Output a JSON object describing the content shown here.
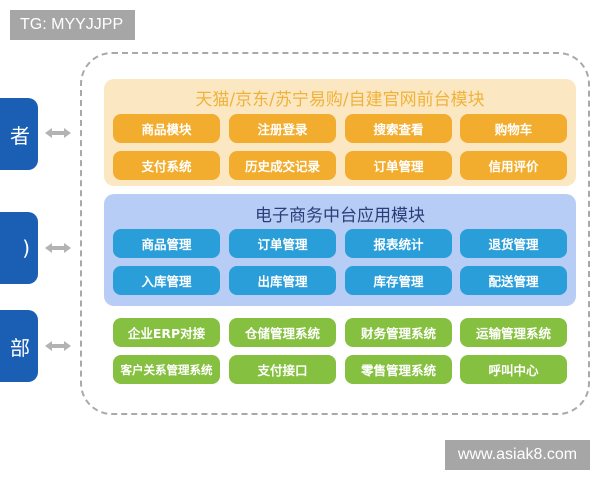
{
  "watermarks": {
    "top_left": "TG: MYYJJPP",
    "bottom_right": "www.asiak8.com"
  },
  "colors": {
    "frontend_panel_bg": "#fbe8c3",
    "frontend_button": "#f2ad2e",
    "frontend_title": "#f0b23a",
    "middle_panel_bg": "#b8cdf6",
    "middle_button": "#2a9ed9",
    "middle_title": "#2a3f78",
    "backend_button": "#86c040",
    "side_box": "#1a5fb4",
    "frame_border": "#a9a9a9",
    "arrow": "#b3b3b3"
  },
  "side_boxes": [
    {
      "label": "者"
    },
    {
      "label": ")"
    },
    {
      "label": "部"
    }
  ],
  "arrows": [
    {
      "icon": "double-arrow-icon"
    },
    {
      "icon": "double-arrow-icon"
    },
    {
      "icon": "double-arrow-icon"
    }
  ],
  "frontend": {
    "title": "天猫/京东/苏宁易购/自建官网前台模块",
    "buttons": [
      [
        "商品模块",
        "注册登录",
        "搜索查看",
        "购物车"
      ],
      [
        "支付系统",
        "历史成交记录",
        "订单管理",
        "信用评价"
      ]
    ]
  },
  "middle": {
    "title": "电子商务中台应用模块",
    "buttons": [
      [
        "商品管理",
        "订单管理",
        "报表统计",
        "退货管理"
      ],
      [
        "入库管理",
        "出库管理",
        "库存管理",
        "配送管理"
      ]
    ]
  },
  "backend": {
    "buttons": [
      [
        "企业ERP对接",
        "仓储管理系统",
        "财务管理系统",
        "运输管理系统"
      ],
      [
        "客户关系管理系统",
        "支付接口",
        "零售管理系统",
        "呼叫中心"
      ]
    ]
  }
}
